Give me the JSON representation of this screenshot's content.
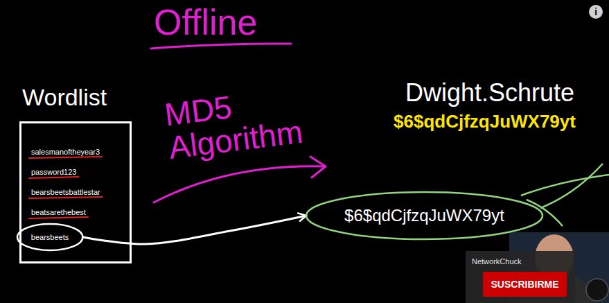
{
  "diagram": {
    "title": "Offline",
    "nodes": [
      {
        "text": [
          "Wordlist",
          "salesmanoftheyear3",
          "password123",
          "bearsbeetsbattlestar",
          "beatsarethebest"
        ]
      },
      {
        "text": [
          "bearsbeets"
        ],
        "in": 0
      },
      {
        "text": [
          "$6$qdCjfzqJuWX79yt"
        ]
      },
      {
        "text": [
          "NetworkChuck"
        ]
      },
      {
        "text": [
          "SUSCRIBIRME"
        ],
        "in": 3
      }
    ],
    "edges": [
      {
        "from": 1,
        "to": 2,
        "arrow": "to"
      }
    ],
    "labels": [
      "MD5 Algorithm",
      "Dwight.Schrute",
      "$6$qdCjfzqJuWX79yt",
      "i"
    ]
  }
}
